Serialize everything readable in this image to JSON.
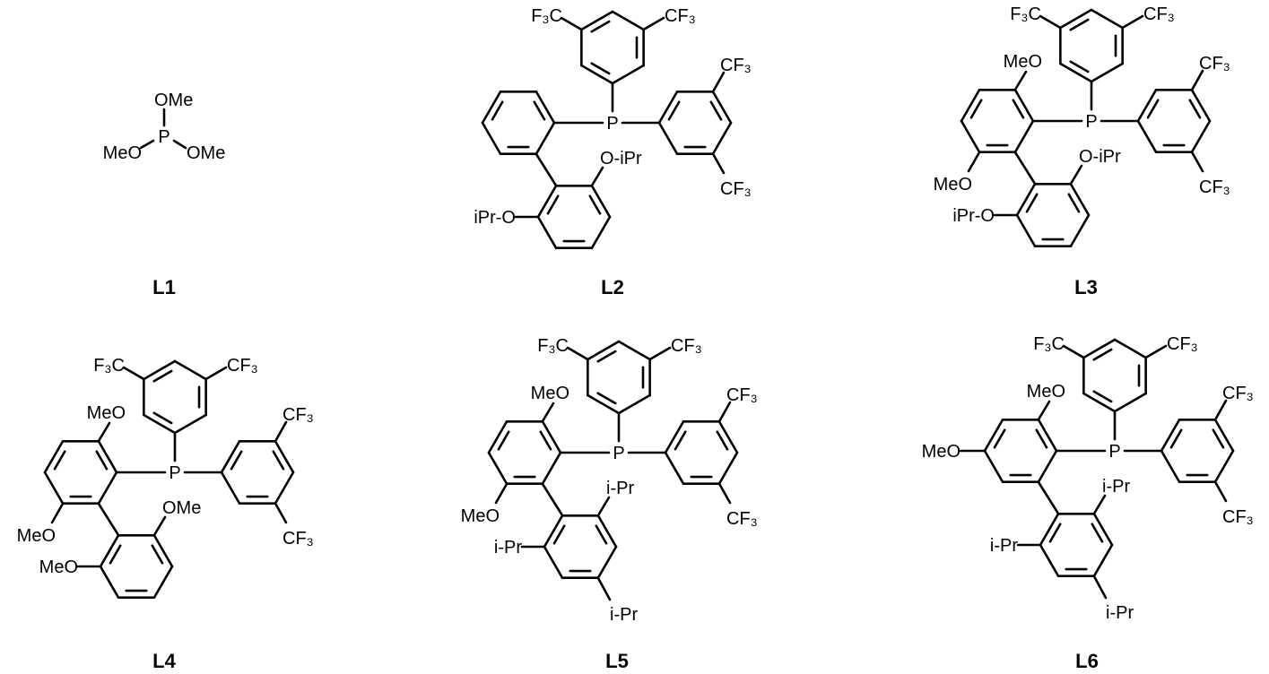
{
  "title": "Phosphite and biaryl phosphine ligands L1–L6",
  "compounds": {
    "L1": {
      "name": "L1",
      "P": "P",
      "top": "OMe",
      "left": "MeO",
      "right": "OMe"
    },
    "L2": {
      "name": "L2",
      "P": "P",
      "cf3": [
        "F₃C",
        "CF₃",
        "CF₃",
        "CF₃"
      ],
      "sub_ur": "O-iPr",
      "sub_lower_left": "iPr-O"
    },
    "L3": {
      "name": "L3",
      "P": "P",
      "cf3": [
        "F₃C",
        "CF₃",
        "CF₃",
        "CF₃"
      ],
      "sub_left_top": "MeO",
      "sub_left_bottom": "MeO",
      "sub_ur": "O-iPr",
      "sub_lower_left": "iPr-O"
    },
    "L4": {
      "name": "L4",
      "P": "P",
      "cf3": [
        "F₃C",
        "CF₃",
        "CF₃",
        "CF₃"
      ],
      "sub_left_top": "MeO",
      "sub_left_bottom": "MeO",
      "sub_ur": "OMe",
      "sub_lower_left": "MeO"
    },
    "L5": {
      "name": "L5",
      "P": "P",
      "cf3": [
        "F₃C",
        "CF₃",
        "CF₃",
        "CF₃"
      ],
      "sub_left_top": "MeO",
      "sub_left_bottom": "MeO",
      "sub_ur": "i-Pr",
      "sub_lower_left": "i-Pr",
      "sub_lower_bottom": "i-Pr"
    },
    "L6": {
      "name": "L6",
      "P": "P",
      "cf3": [
        "F₃C",
        "CF₃",
        "CF₃",
        "CF₃"
      ],
      "sub_left_top": "MeO",
      "sub_left_far": "MeO",
      "sub_ur": "i-Pr",
      "sub_lower_left": "i-Pr",
      "sub_lower_bottom": "i-Pr"
    }
  }
}
